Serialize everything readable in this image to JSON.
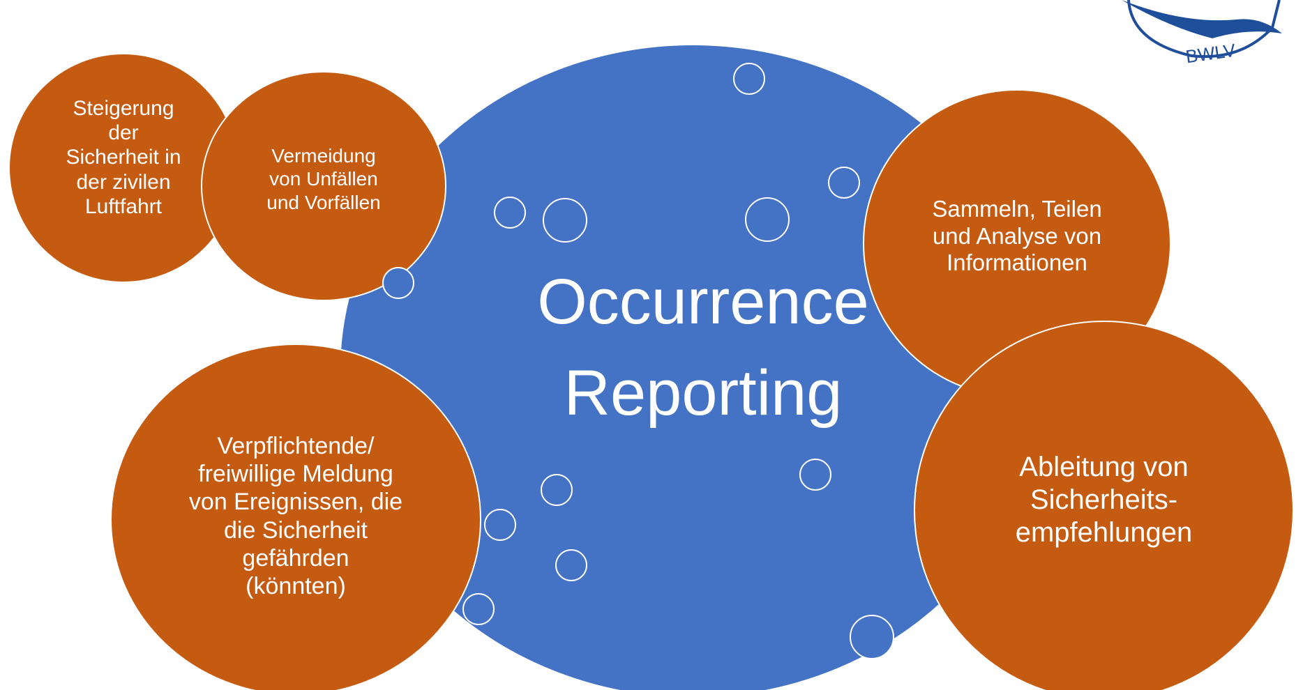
{
  "colors": {
    "main_bubble": "#4472C4",
    "outer_bubbles": "#C55A11",
    "text": "#FFFFFF",
    "logo": "#1F4E9A"
  },
  "center": {
    "title": "Occurrence\nReporting"
  },
  "bubbles": {
    "steigerung": "Steigerung\nder\nSicherheit in\nder zivilen\nLuftfahrt",
    "vermeidung": "Vermeidung\nvon Unfällen\nund Vorfällen",
    "meldung": "Verpflichtende/\nfreiwillige Meldung\nvon Ereignissen, die\ndie Sicherheit\ngefährden\n(könnten)",
    "sammeln": "Sammeln, Teilen\nund Analyse von\nInformationen",
    "ableitung": "Ableitung von\nSicherheits-\nempfehlungen"
  },
  "logo": {
    "text": "BWLV",
    "icon": "bwlv-logo-icon"
  }
}
